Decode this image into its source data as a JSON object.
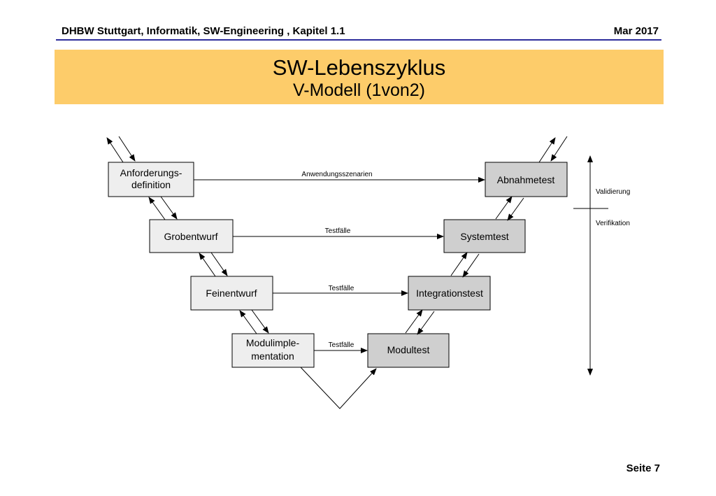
{
  "header": {
    "left": "DHBW Stuttgart, Informatik, SW-Engineering , Kapitel 1.1",
    "right": "Mar 2017"
  },
  "title": {
    "line1": "SW-Lebenszyklus",
    "line2": "V-Modell (1von2)"
  },
  "boxes": {
    "anforderung_l1": "Anforderungs-",
    "anforderung_l2": "definition",
    "grobentwurf": "Grobentwurf",
    "feinentwurf": "Feinentwurf",
    "modul_l1": "Modulimple-",
    "modul_l2": "mentation",
    "abnahmetest": "Abnahmetest",
    "systemtest": "Systemtest",
    "integrationstest": "Integrationstest",
    "modultest": "Modultest"
  },
  "connectors": {
    "anwendungsszenarien": "Anwendungsszenarien",
    "testfaelle_1": "Testfälle",
    "testfaelle_2": "Testfälle",
    "testfaelle_3": "Testfälle"
  },
  "side": {
    "validierung": "Validierung",
    "verifikation": "Verifikation"
  },
  "footer": {
    "page": "Seite 7"
  },
  "colors": {
    "header_rule": "#2c2c9c",
    "title_band": "#fdcc6a",
    "left_boxes": "#eeeeee",
    "right_boxes": "#cfcfcf"
  }
}
